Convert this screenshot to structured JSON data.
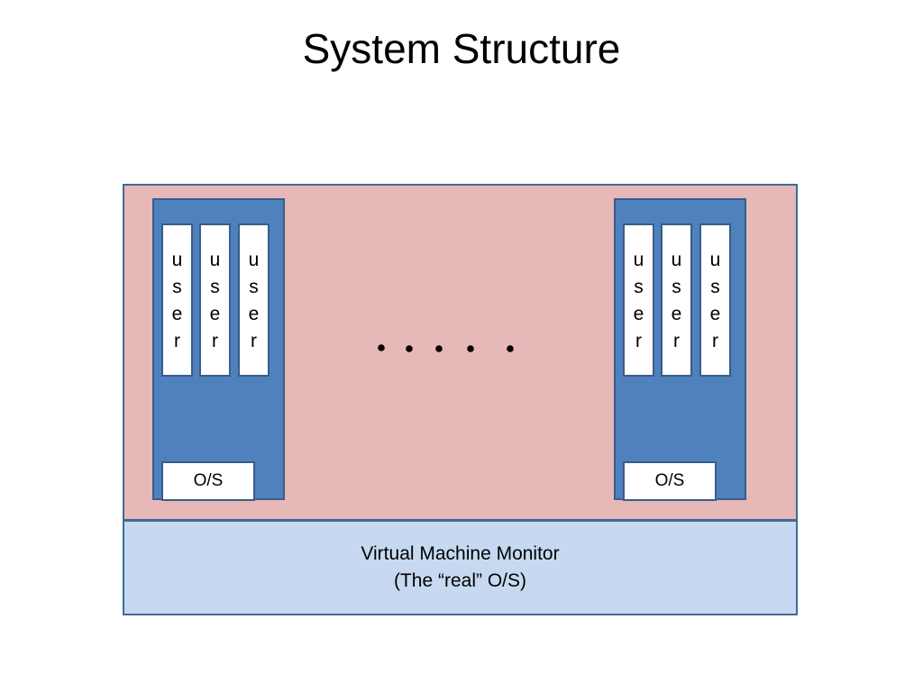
{
  "title": "System Structure",
  "virtual_machines": [
    {
      "users": [
        "user",
        "user",
        "user"
      ],
      "os_label": "O/S"
    },
    {
      "users": [
        "user",
        "user",
        "user"
      ],
      "os_label": "O/S"
    }
  ],
  "ellipsis": ". . . . .",
  "vmm": {
    "line1": "Virtual Machine Monitor",
    "line2": "(The “real” O/S)"
  },
  "colors": {
    "guest_area": "#e6b8b7",
    "vm": "#4f81bd",
    "vmm": "#c6d9f1",
    "border": "#3e6b9b"
  }
}
